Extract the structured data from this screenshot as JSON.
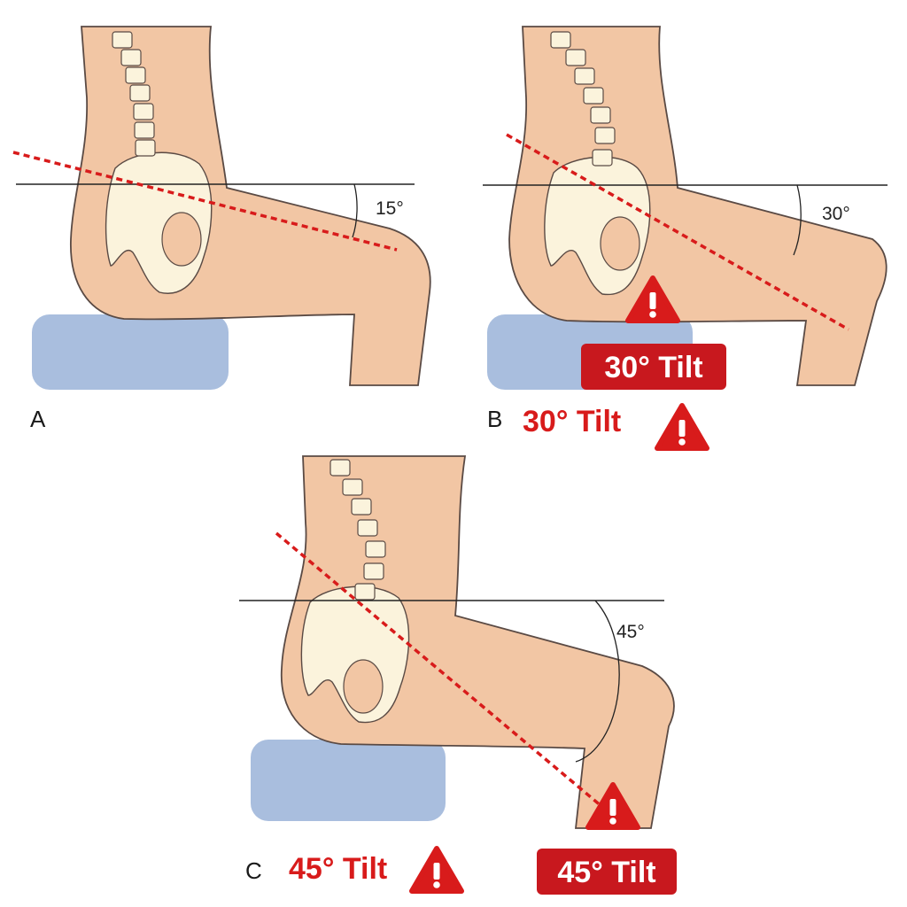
{
  "panels": [
    {
      "letter": "A",
      "angle_label": "15°",
      "tilt": "",
      "badge": ""
    },
    {
      "letter": "B",
      "angle_label": "30°",
      "tilt": "30° Tilt",
      "badge": "30° Tilt"
    },
    {
      "letter": "C",
      "angle_label": "45°",
      "tilt": "45° Tilt",
      "badge": "45° Tilt"
    }
  ],
  "colors": {
    "skin": "#f2c6a4",
    "skin_outline": "#5a4a44",
    "bone": "#fbf3dc",
    "cushion": "#a9bede",
    "tilt_line": "#d81b1b",
    "badge": "#c8181e",
    "warning": "#d81b1b"
  },
  "icons": [
    "warning-triangle-icon"
  ]
}
